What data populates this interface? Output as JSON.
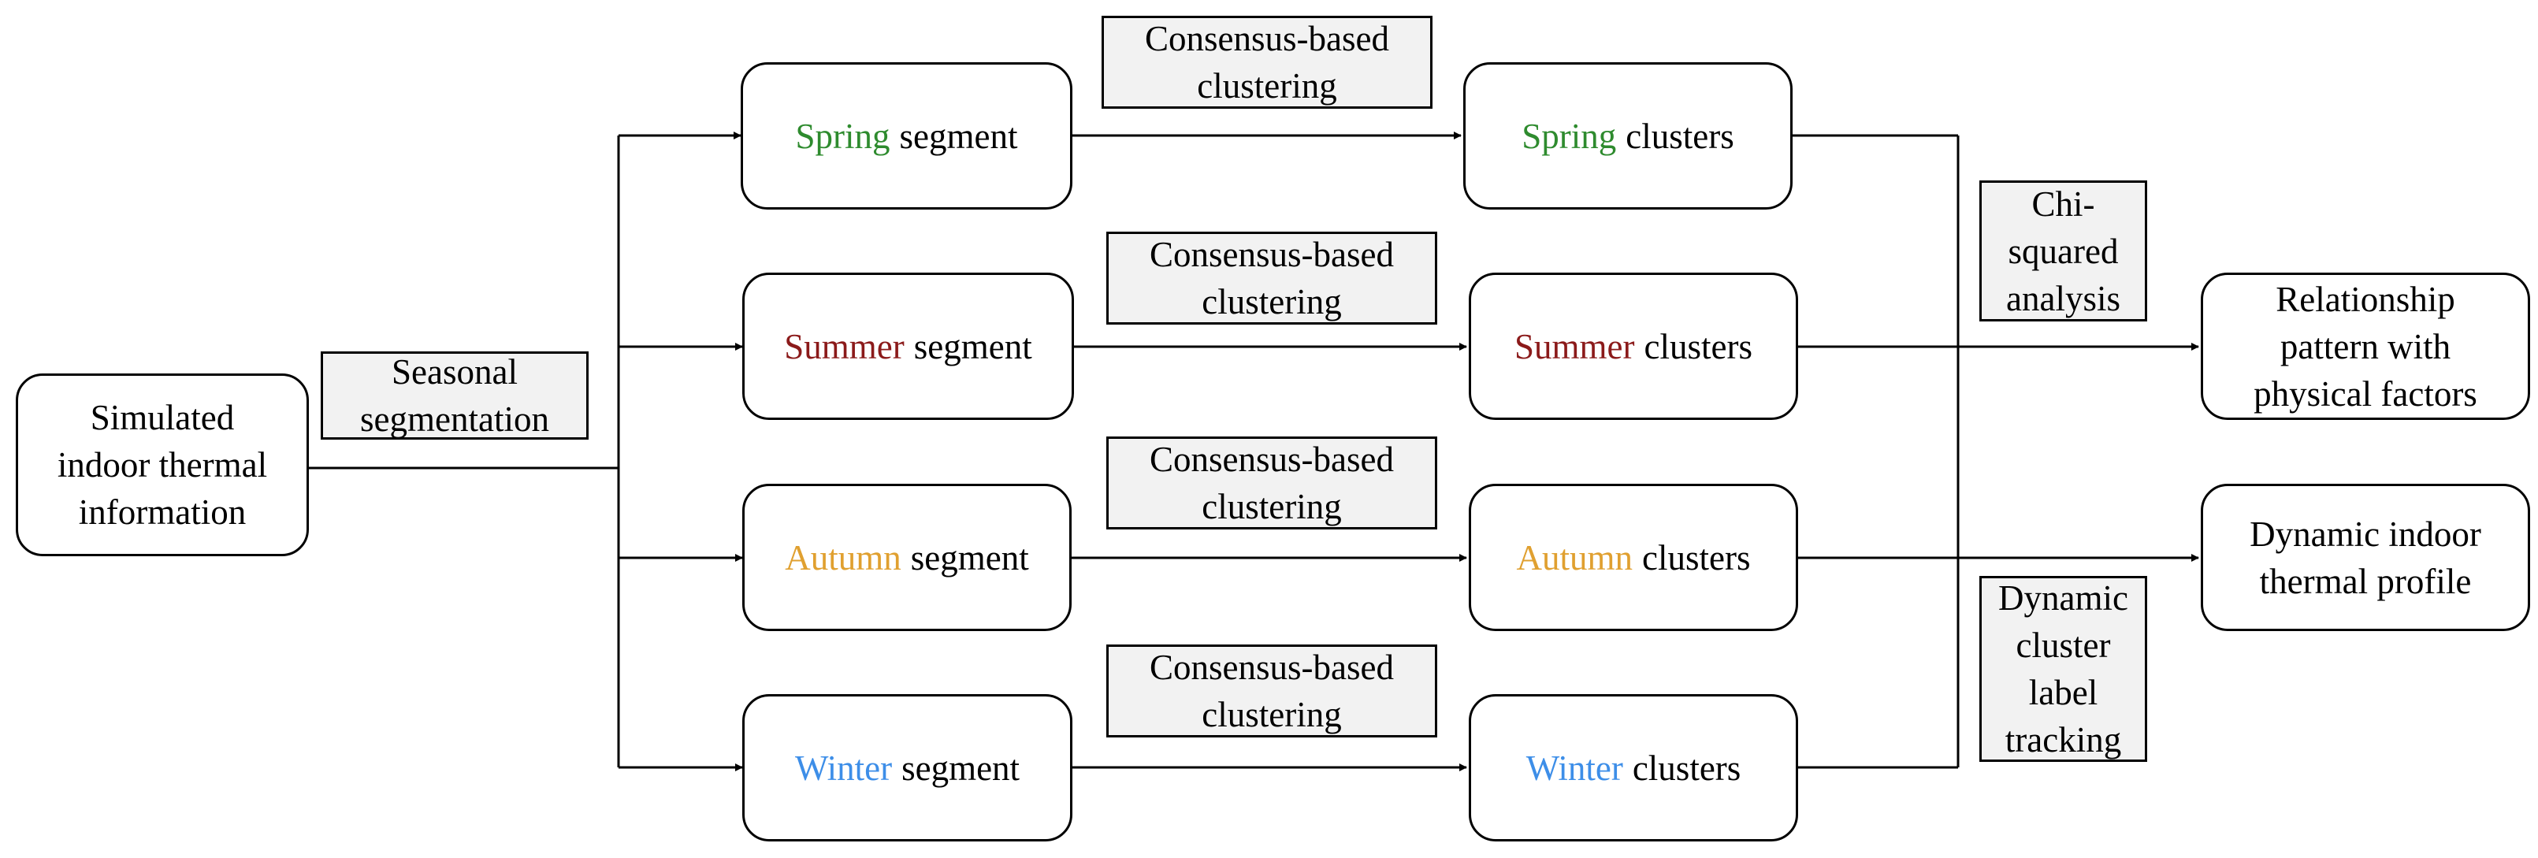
{
  "input": {
    "label": "Simulated\nindoor thermal\ninformation"
  },
  "seasonal_segmentation": {
    "label": "Seasonal\nsegmentation"
  },
  "clustering_label": "Consensus-based\nclustering",
  "segment_word": "segment",
  "clusters_word": "clusters",
  "seasons": [
    {
      "name": "Spring",
      "color": "#2e8b2e"
    },
    {
      "name": "Summer",
      "color": "#8b1a1a"
    },
    {
      "name": "Autumn",
      "color": "#e0a030"
    },
    {
      "name": "Winter",
      "color": "#3d8ee8"
    }
  ],
  "chi_squared": {
    "label": "Chi-\nsquared\nanalysis"
  },
  "dynamic_tracking": {
    "label": "Dynamic\ncluster\nlabel\ntracking"
  },
  "outputs": {
    "relationship": "Relationship\npattern with\nphysical factors",
    "dynamic_profile": "Dynamic indoor\nthermal profile"
  }
}
